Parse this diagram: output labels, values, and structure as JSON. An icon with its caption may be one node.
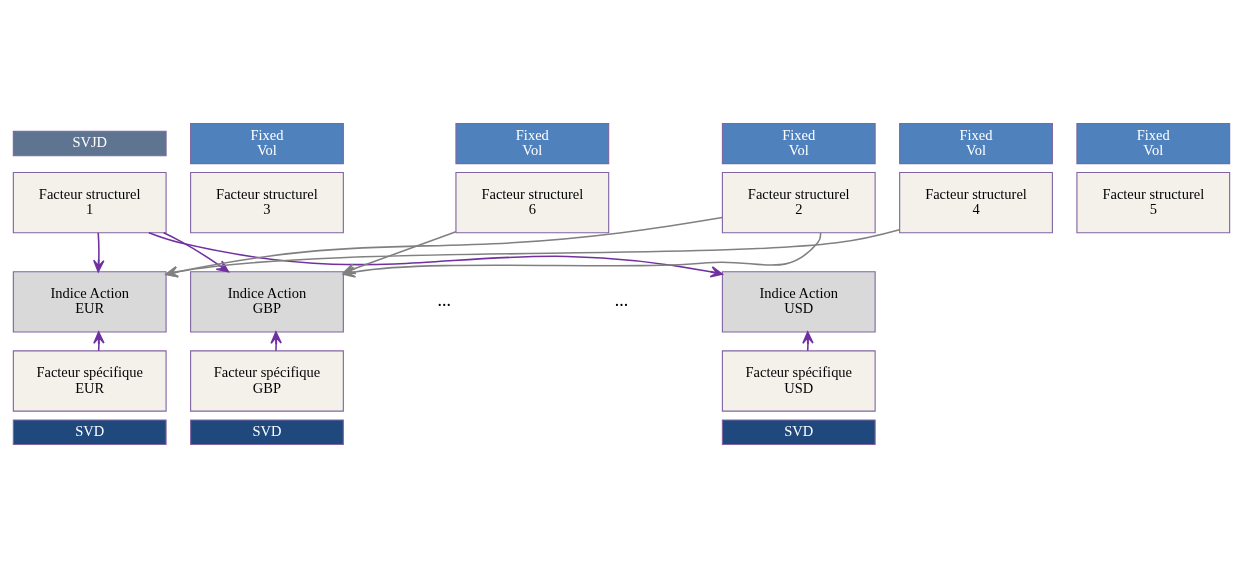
{
  "diagram": {
    "nodes": [
      {
        "text": [
          "SVJD"
        ]
      },
      {
        "text": [
          "Fixed Vol"
        ]
      },
      {
        "text": [
          "Fixed Vol"
        ]
      },
      {
        "text": [
          "Fixed Vol"
        ]
      },
      {
        "text": [
          "Fixed Vol"
        ]
      },
      {
        "text": [
          "Fixed Vol"
        ]
      },
      {
        "text": [
          "Facteur structurel 1"
        ]
      },
      {
        "text": [
          "Facteur structurel 2"
        ]
      },
      {
        "text": [
          "Facteur structurel 3"
        ]
      },
      {
        "text": [
          "Facteur structurel 4"
        ]
      },
      {
        "text": [
          "Facteur structurel 5"
        ]
      },
      {
        "text": [
          "Facteur structurel 6"
        ]
      },
      {
        "text": [
          "Indice Action EUR"
        ]
      },
      {
        "text": [
          "Indice Action USD"
        ]
      },
      {
        "text": [
          "Indice Action GBP"
        ]
      },
      {
        "text": [
          "Facteur spécifique EUR"
        ]
      },
      {
        "text": [
          "Facteur spécifique USD"
        ]
      },
      {
        "text": [
          "Facteur spécifique GBP"
        ]
      },
      {
        "text": [
          "SVD"
        ]
      },
      {
        "text": [
          "SVD"
        ]
      },
      {
        "text": [
          "SVD"
        ]
      }
    ],
    "edges": [
      {
        "from": 6,
        "to": 12,
        "arrow": "to"
      },
      {
        "from": 6,
        "to": 13,
        "arrow": "to"
      },
      {
        "from": 6,
        "to": 14,
        "arrow": "to"
      },
      {
        "from": 7,
        "to": 12,
        "arrow": "to",
        "color": "#808080"
      },
      {
        "from": 7,
        "to": 14,
        "arrow": "to",
        "color": "#808080"
      },
      {
        "from": 9,
        "to": 12,
        "arrow": "to",
        "color": "#808080"
      },
      {
        "from": 11,
        "to": 14,
        "arrow": "to",
        "color": "#808080"
      },
      {
        "from": 15,
        "to": 12,
        "arrow": "to"
      },
      {
        "from": 16,
        "to": 13,
        "arrow": "to"
      },
      {
        "from": 17,
        "to": 14,
        "arrow": "to"
      }
    ],
    "labels": [
      "...",
      "..."
    ]
  }
}
